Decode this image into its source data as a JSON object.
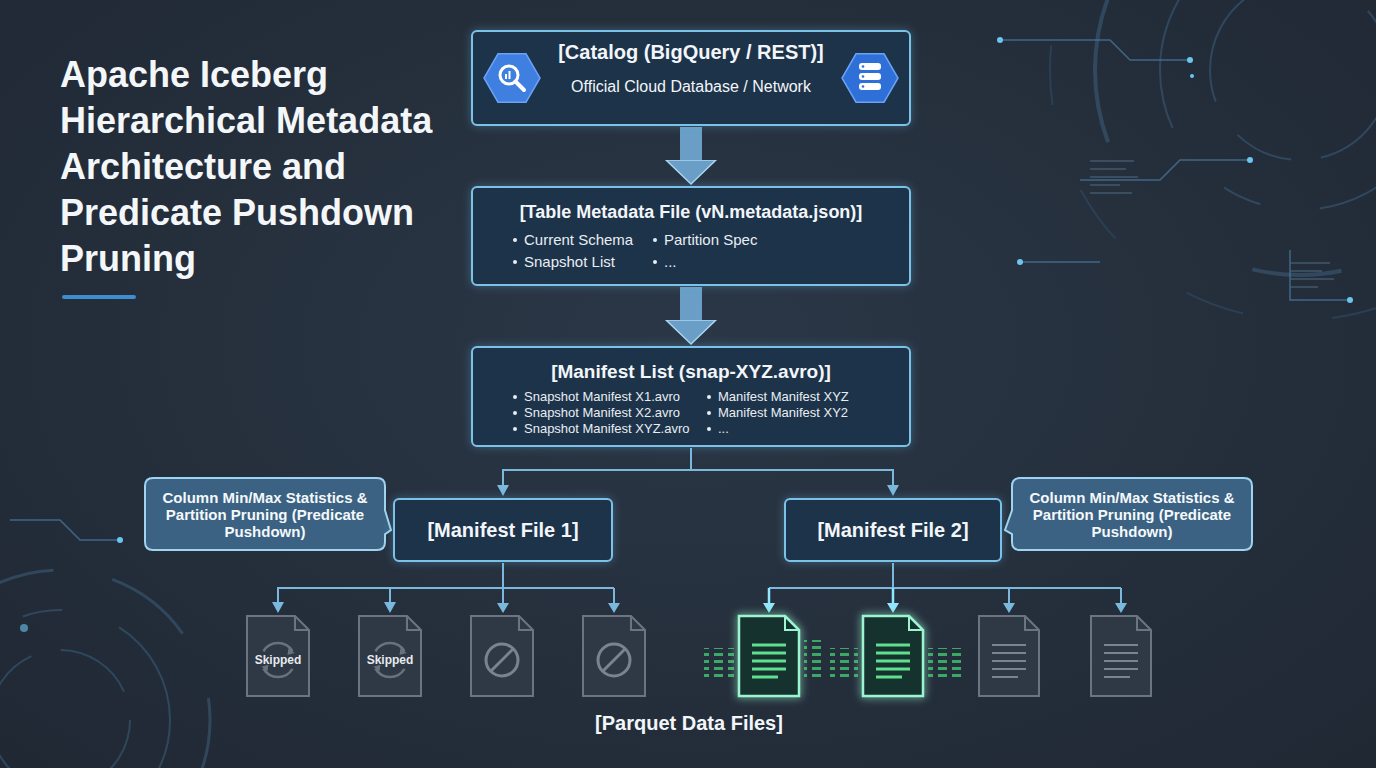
{
  "diagram": {
    "title": "Apache Iceberg Hierarchical Metadata Architecture and Predicate Pushdown Pruning",
    "nodes": [
      {
        "text": [
          "[Catalog (BigQuery / REST)]",
          "Official Cloud Database / Network"
        ]
      },
      {
        "text": [
          "[Table Metadata File (vN.metadata.json)]",
          "Current Schema",
          "Partition Spec",
          "Snapshot List",
          "..."
        ]
      },
      {
        "text": [
          "[Manifest List (snap-XYZ.avro)]",
          "Snapshot Manifest X1.avro",
          "Snapshot Manifest X2.avro",
          "Snapshot Manifest XYZ.avro",
          "Manifest Manifest XYZ",
          "Manifest Manifest XY2",
          "..."
        ]
      },
      {
        "text": [
          "Column Min/Max Statistics & Partition Pruning (Predicate Pushdown)"
        ]
      },
      {
        "text": [
          "[Manifest File 1]"
        ]
      },
      {
        "text": [
          "[Manifest File 2]"
        ]
      },
      {
        "text": [
          "Column Min/Max Statistics & Partition Pruning (Predicate Pushdown)"
        ]
      },
      {
        "text": [
          "Skipped"
        ]
      },
      {
        "text": [
          "Skipped"
        ]
      }
    ],
    "edges": [
      {
        "from": 0,
        "to": 1,
        "arrow": "to"
      },
      {
        "from": 1,
        "to": 2,
        "arrow": "to"
      },
      {
        "from": 2,
        "to": 4,
        "arrow": "to"
      },
      {
        "from": 2,
        "to": 5,
        "arrow": "to"
      },
      {
        "from": 4,
        "to": 7,
        "arrow": "to"
      },
      {
        "from": 4,
        "to": 8,
        "arrow": "to"
      }
    ],
    "labels": [
      "[Parquet Data Files]"
    ]
  }
}
